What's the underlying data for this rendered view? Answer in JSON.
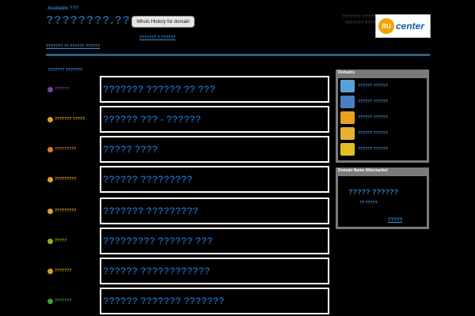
{
  "header": {
    "small_title": "Available ???",
    "domain": "????????.??",
    "whois_button": "Whois History for domain",
    "center_link": "??????? ? ??????",
    "left_link": "??????? ?? ?????? ??????",
    "powered_text": "??????? ????? ??????? ????",
    "logo_ru": "RU",
    "logo_text": "center"
  },
  "list": {
    "title": "??????? ???????",
    "items": [
      {
        "logo": "??????",
        "logo_color": "#7b3fa0",
        "text": "??????? ?????? ?? ???"
      },
      {
        "logo": "??????? ?????",
        "logo_color": "#e8a020",
        "text": "?????? ??? - ??????"
      },
      {
        "logo": "?????????",
        "logo_color": "#e07a20",
        "text": "????? ????"
      },
      {
        "logo": "?????????",
        "logo_color": "#e8a020",
        "text": "?????? ?????????"
      },
      {
        "logo": "?????????",
        "logo_color": "#e0a030",
        "text": "??????? ?????????"
      },
      {
        "logo": "?????",
        "logo_color": "#8ab020",
        "text": "????????? ?????? ???"
      },
      {
        "logo": "???????",
        "logo_color": "#d0a020",
        "text": "?????? ????????????"
      },
      {
        "logo": "???????",
        "logo_color": "#3aa040",
        "text": "?????? ??????? ???????"
      }
    ]
  },
  "sidebar": {
    "domains_header": "Domains",
    "items": [
      {
        "label": "?????? ??????",
        "icon_color": "#5aa0d8"
      },
      {
        "label": "?????? ??????",
        "icon_color": "#4a7fc0"
      },
      {
        "label": "?????? ??????",
        "icon_color": "#e8a020"
      },
      {
        "label": "?????? ??????",
        "icon_color": "#e8b030"
      },
      {
        "label": "?????? ??????",
        "icon_color": "#e0c020"
      }
    ],
    "after_header": "Domain Name Aftermarket",
    "after_title": "????? ??????",
    "after_sub": "?? ?????",
    "after_more": "?????"
  }
}
